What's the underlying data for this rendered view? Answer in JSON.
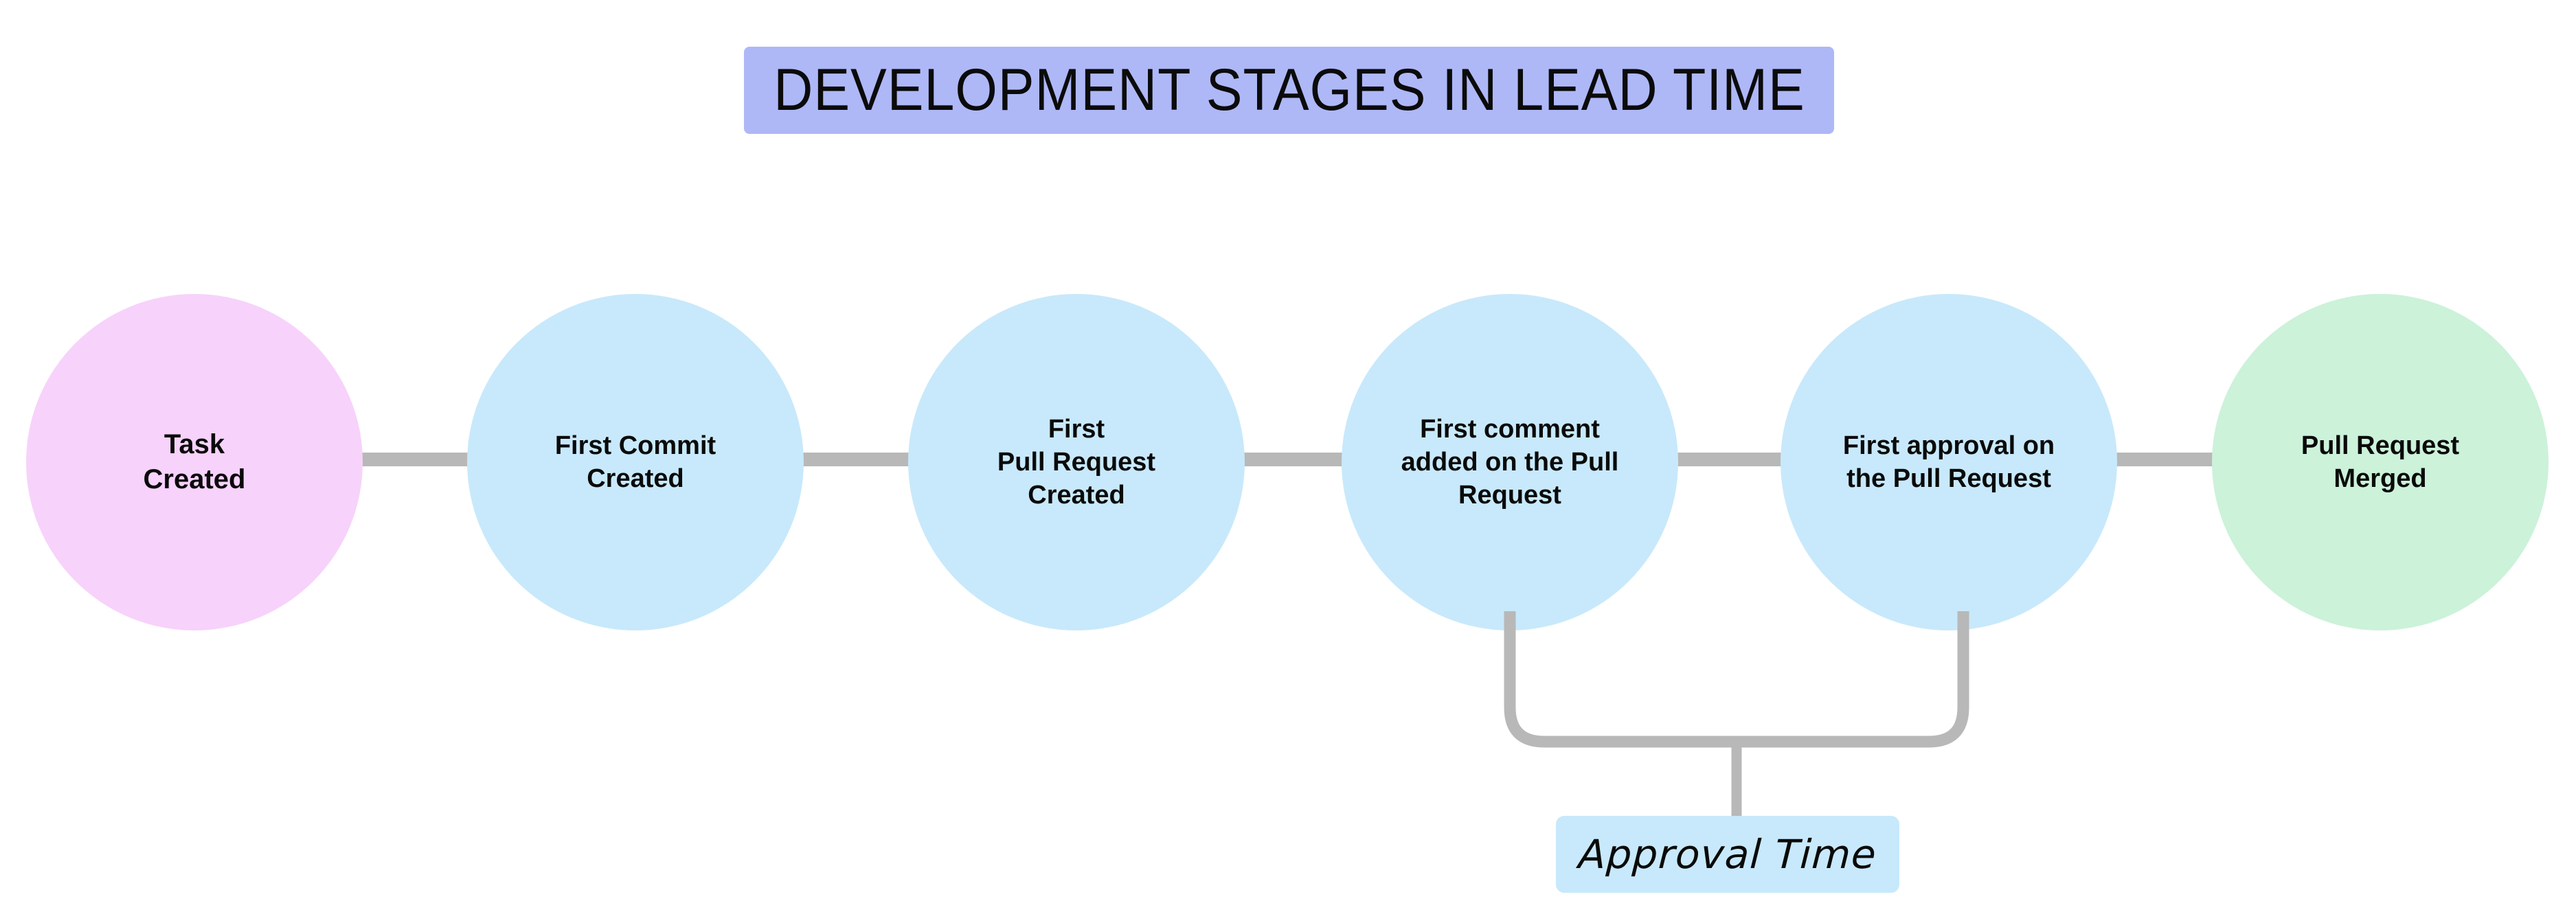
{
  "diagram": {
    "title": "DEVELOPMENT STAGES IN LEAD TIME",
    "title_bg_color": "#aeb8f7",
    "background_color": "#ffffff",
    "connector_color": "#b8b8b8",
    "stages": [
      {
        "label": "Task\nCreated",
        "color": "#f7d2fb"
      },
      {
        "label": "First Commit\nCreated",
        "color": "#c8e9fb"
      },
      {
        "label": "First\nPull Request\nCreated",
        "color": "#c8e9fb"
      },
      {
        "label": "First comment\nadded on the Pull\nRequest",
        "color": "#c8e9fb"
      },
      {
        "label": "First approval on\nthe Pull Request",
        "color": "#c8e9fb"
      },
      {
        "label": "Pull Request\nMerged",
        "color": "#ccf2da"
      }
    ],
    "annotation": {
      "label": "Approval Time",
      "bg_color": "#c8e9fb",
      "bracket_color": "#b8b8b8",
      "spans_from_stage": "First comment added on the Pull Request",
      "spans_to_stage": "First approval on the Pull Request"
    }
  }
}
